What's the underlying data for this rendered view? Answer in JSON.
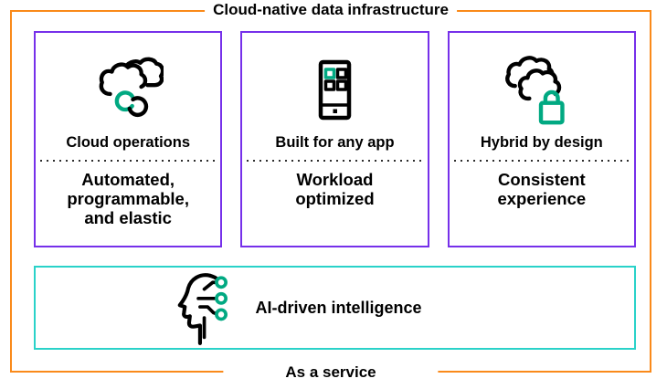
{
  "title": "Cloud-native data infrastructure",
  "footer_label": "As a service",
  "colors": {
    "orange": "#FA8A1A",
    "purple": "#7630EA",
    "teal": "#2AD2C9",
    "green": "#01A982",
    "ink": "#000000"
  },
  "cards": [
    {
      "icon": "cloud-operations-icon",
      "heading": "Cloud operations",
      "body_lines": [
        "Automated,",
        "programmable,",
        "and elastic"
      ]
    },
    {
      "icon": "built-for-any-app-icon",
      "heading": "Built for any app",
      "body_lines": [
        "Workload",
        "optimized"
      ]
    },
    {
      "icon": "hybrid-lock-icon",
      "heading": "Hybrid by design",
      "body_lines": [
        "Consistent",
        "experience"
      ]
    }
  ],
  "banner": {
    "icon": "ai-head-icon",
    "label": "AI-driven intelligence"
  }
}
